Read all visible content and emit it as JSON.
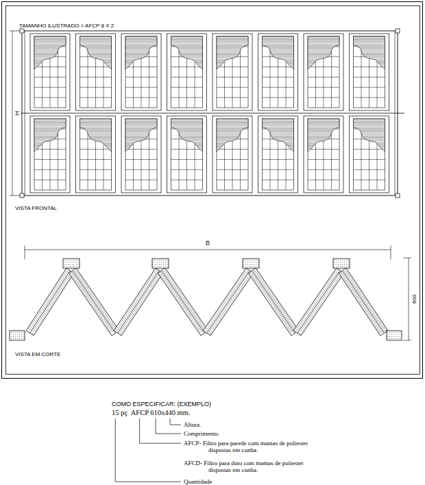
{
  "diagram": {
    "labels": [
      "TAMANHO ILUSTRADO = AFCP 8 X 2",
      "H",
      "VISTA FRONTAL",
      "B",
      "600",
      "VISTA EM CORTE",
      "COMO ESPECIFICAR: (EXEMPLO)",
      "15 pç  AFCP 610x440 mm.",
      "Altura.",
      "Comprimento.",
      "AFCP- Filtro para parede com mantas de poliester dispostas em cunha.",
      "AFCD- Filtro para duto com mantas de poliester dispostas em cunha.",
      "Quantidade"
    ]
  }
}
